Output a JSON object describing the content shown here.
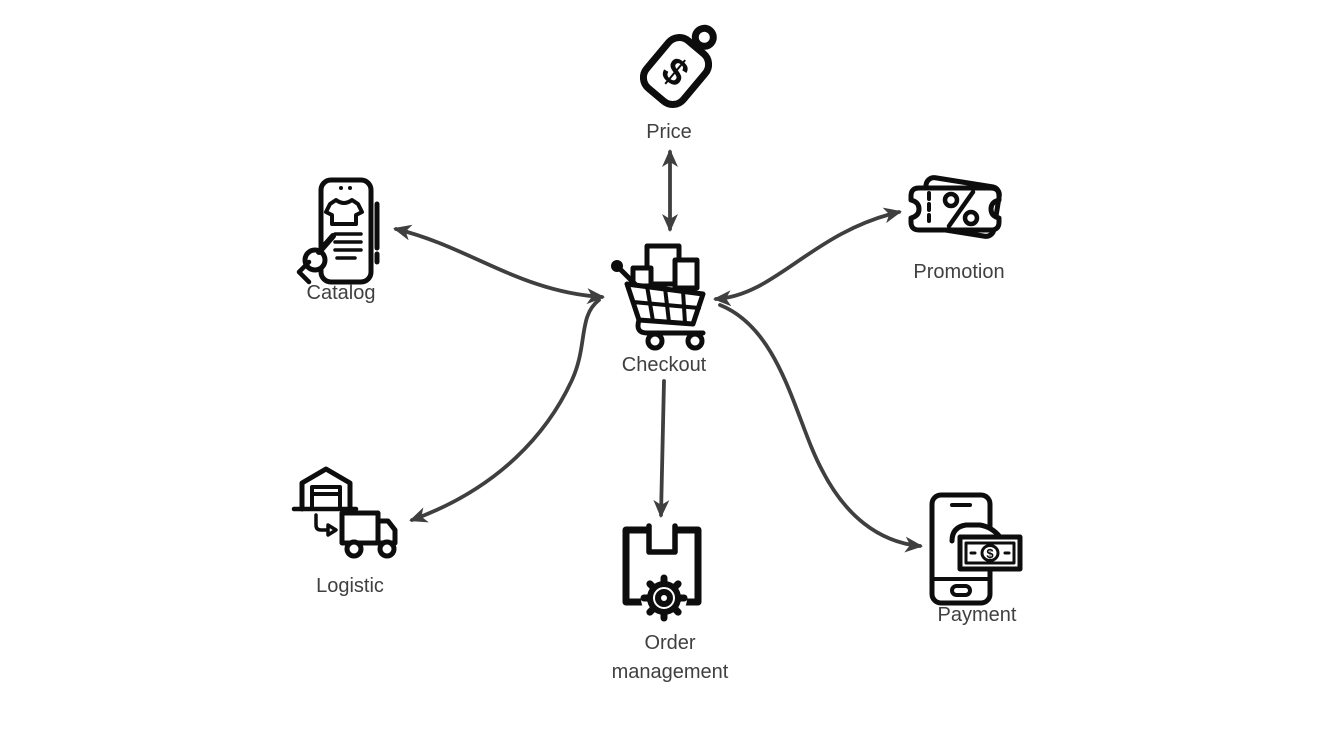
{
  "diagram": {
    "type": "hub-and-spoke",
    "background": "#ffffff",
    "colors": {
      "icon": "#0d0d0d",
      "arrow": "#3f3f3f",
      "label": "#404040"
    },
    "center_node": {
      "id": "checkout",
      "label": "Checkout",
      "icon": "shopping-cart-icon"
    },
    "nodes": [
      {
        "id": "price",
        "label": "Price",
        "icon": "price-tag-icon",
        "position": "top"
      },
      {
        "id": "catalog",
        "label": "Catalog",
        "icon": "catalog-phone-icon",
        "position": "upper-left"
      },
      {
        "id": "promotion",
        "label": "Promotion",
        "icon": "coupon-percent-icon",
        "position": "upper-right"
      },
      {
        "id": "logistic",
        "label": "Logistic",
        "icon": "warehouse-truck-icon",
        "position": "lower-left"
      },
      {
        "id": "payment",
        "label": "Payment",
        "icon": "mobile-payment-icon",
        "position": "lower-right"
      },
      {
        "id": "order_management",
        "label": "Order management",
        "icon": "order-box-gear-icon",
        "position": "bottom"
      }
    ],
    "connections": [
      {
        "from": "checkout",
        "to": "price",
        "direction": "bidirectional"
      },
      {
        "from": "checkout",
        "to": "catalog",
        "direction": "bidirectional"
      },
      {
        "from": "checkout",
        "to": "promotion",
        "direction": "bidirectional"
      },
      {
        "from": "checkout",
        "to": "logistic",
        "direction": "bidirectional"
      },
      {
        "from": "checkout",
        "to": "payment",
        "direction": "bidirectional"
      },
      {
        "from": "checkout",
        "to": "order_management",
        "direction": "one-way"
      }
    ]
  }
}
